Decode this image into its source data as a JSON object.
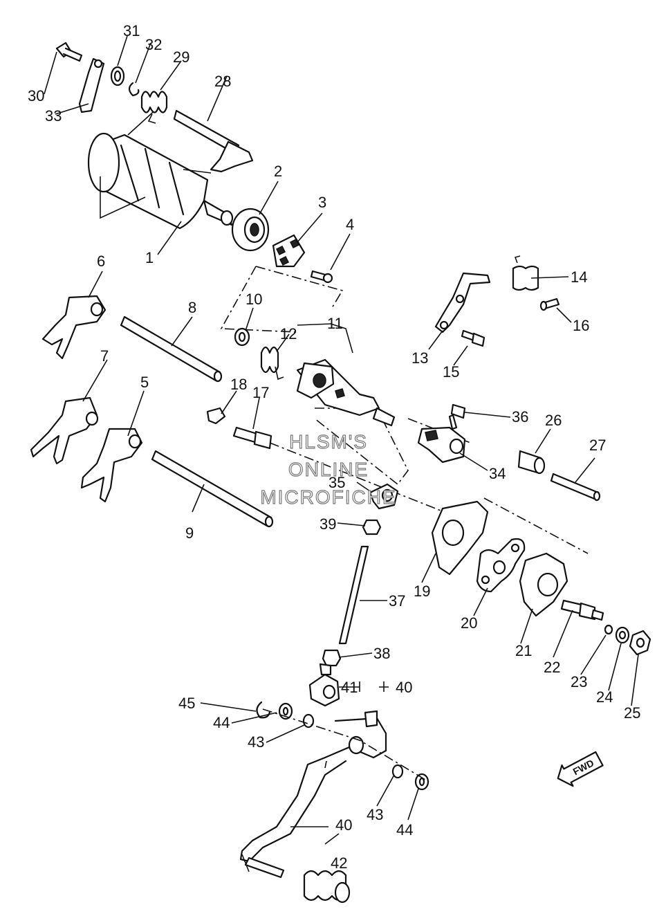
{
  "callouts": [
    {
      "id": "1",
      "label": "1"
    },
    {
      "id": "2",
      "label": "2"
    },
    {
      "id": "3",
      "label": "3"
    },
    {
      "id": "4",
      "label": "4"
    },
    {
      "id": "5",
      "label": "5"
    },
    {
      "id": "6",
      "label": "6"
    },
    {
      "id": "7",
      "label": "7"
    },
    {
      "id": "8",
      "label": "8"
    },
    {
      "id": "9",
      "label": "9"
    },
    {
      "id": "10",
      "label": "10"
    },
    {
      "id": "11",
      "label": "11"
    },
    {
      "id": "12",
      "label": "12"
    },
    {
      "id": "13",
      "label": "13"
    },
    {
      "id": "14",
      "label": "14"
    },
    {
      "id": "15",
      "label": "15"
    },
    {
      "id": "16",
      "label": "16"
    },
    {
      "id": "17",
      "label": "17"
    },
    {
      "id": "18",
      "label": "18"
    },
    {
      "id": "19",
      "label": "19"
    },
    {
      "id": "20",
      "label": "20"
    },
    {
      "id": "21",
      "label": "21"
    },
    {
      "id": "22",
      "label": "22"
    },
    {
      "id": "23",
      "label": "23"
    },
    {
      "id": "24",
      "label": "24"
    },
    {
      "id": "25",
      "label": "25"
    },
    {
      "id": "26",
      "label": "26"
    },
    {
      "id": "27",
      "label": "27"
    },
    {
      "id": "28",
      "label": "28"
    },
    {
      "id": "29",
      "label": "29"
    },
    {
      "id": "30",
      "label": "30"
    },
    {
      "id": "31",
      "label": "31"
    },
    {
      "id": "32",
      "label": "32"
    },
    {
      "id": "33",
      "label": "33"
    },
    {
      "id": "34",
      "label": "34"
    },
    {
      "id": "35",
      "label": "35"
    },
    {
      "id": "36",
      "label": "36"
    },
    {
      "id": "37",
      "label": "37"
    },
    {
      "id": "38",
      "label": "38"
    },
    {
      "id": "39",
      "label": "39"
    },
    {
      "id": "40a",
      "label": "40"
    },
    {
      "id": "40b",
      "label": "40"
    },
    {
      "id": "41",
      "label": "41"
    },
    {
      "id": "42",
      "label": "42"
    },
    {
      "id": "43a",
      "label": "43"
    },
    {
      "id": "43b",
      "label": "43"
    },
    {
      "id": "44a",
      "label": "44"
    },
    {
      "id": "44b",
      "label": "44"
    },
    {
      "id": "45",
      "label": "45"
    }
  ],
  "watermark": {
    "line1": "HLSM'S",
    "line2": "ONLINE",
    "line3": "MICROFICHE"
  },
  "direction_badge": {
    "label": "FWD"
  }
}
